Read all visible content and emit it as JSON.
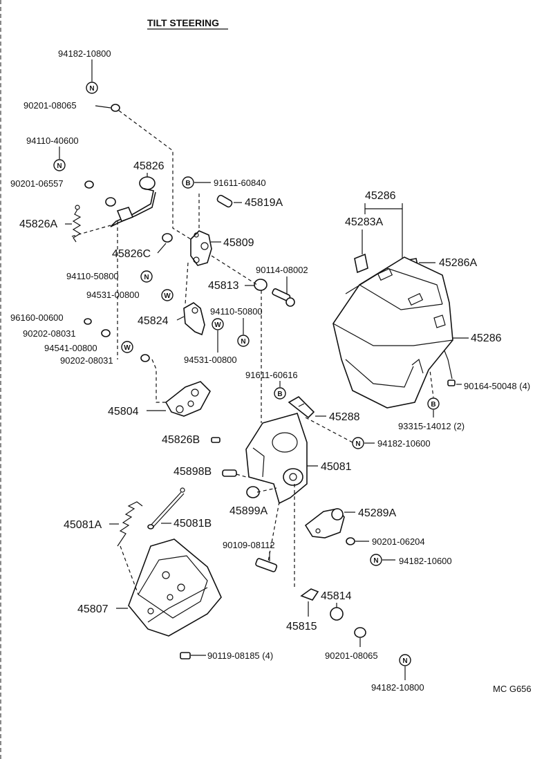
{
  "title": "TILT STEERING",
  "code": "MC G656",
  "badges": {
    "nut": "N",
    "bolt": "B",
    "washer": "W"
  },
  "parts": {
    "p_94182_10800_top": "94182-10800",
    "p_90201_08065_top": "90201-08065",
    "p_94110_40600": "94110-40600",
    "p_90201_06557": "90201-06557",
    "p_45826": "45826",
    "p_45826A": "45826A",
    "p_45826C": "45826C",
    "p_91611_60840": "91611-60840",
    "p_45819A": "45819A",
    "p_45809": "45809",
    "p_94110_50800_a": "94110-50800",
    "p_94531_00800_a": "94531-00800",
    "p_45813": "45813",
    "p_90114_08002": "90114-08002",
    "p_96160_00600": "96160-00600",
    "p_45824": "45824",
    "p_94110_50800_b": "94110-50800",
    "p_90202_08031_a": "90202-08031",
    "p_94541_00800": "94541-00800",
    "p_90202_08031_b": "90202-08031",
    "p_94531_00800_b": "94531-00800",
    "p_91611_60616": "91611-60616",
    "p_45804": "45804",
    "p_45288": "45288",
    "p_45826B": "45826B",
    "p_94182_10600_a": "94182-10600",
    "p_45898B": "45898B",
    "p_45081": "45081",
    "p_45899A": "45899A",
    "p_45081A": "45081A",
    "p_45081B": "45081B",
    "p_45289A": "45289A",
    "p_90201_06204": "90201-06204",
    "p_90109_08112": "90109-08112",
    "p_94182_10600_b": "94182-10600",
    "p_45814": "45814",
    "p_45807": "45807",
    "p_45815": "45815",
    "p_90201_08065_bot": "90201-08065",
    "p_90119_08185": "90119-08185 (4)",
    "p_94182_10800_bot": "94182-10800",
    "p_45286_top": "45286",
    "p_45283A": "45283A",
    "p_45286A": "45286A",
    "p_45286_right": "45286",
    "p_90164_50048": "90164-50048 (4)",
    "p_93315_14012": "93315-14012 (2)"
  }
}
